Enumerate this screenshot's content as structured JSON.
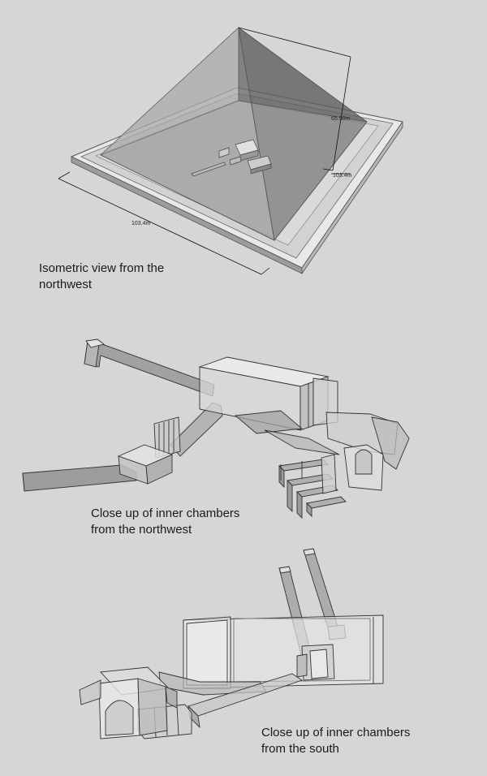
{
  "panels": {
    "isometric": {
      "caption": "Isometric view from the\nnorthwest",
      "height_label": "65.50m",
      "side_label_right": "103.4m",
      "side_label_front": "103.4m"
    },
    "closeup_northwest": {
      "caption": "Close up of inner chambers\nfrom the northwest"
    },
    "closeup_south": {
      "caption": "Close up of inner chambers\nfrom the south"
    }
  },
  "colors": {
    "background": "#d6d6d6",
    "line": "#333333",
    "face_light": "#e6e6e6",
    "face_mid": "#bdbdbd",
    "face_dark": "#8a8a8a"
  }
}
